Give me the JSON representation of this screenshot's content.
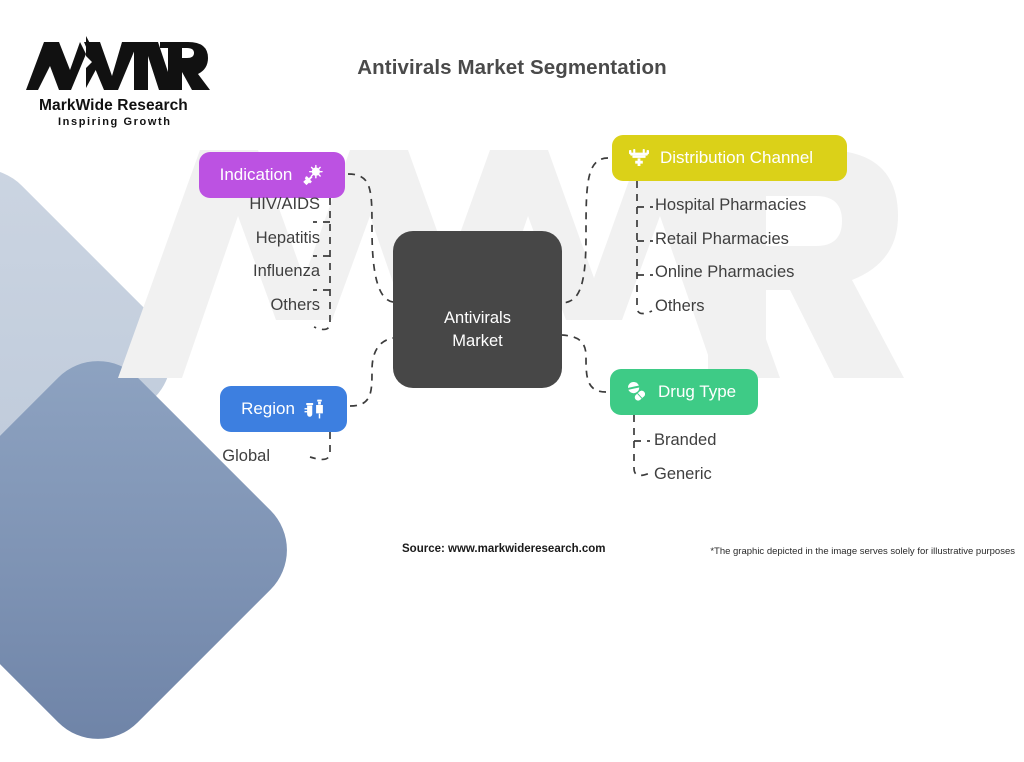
{
  "brand": {
    "logo_mark": "mwr-monogram",
    "logo_name": "MarkWide Research",
    "logo_tagline": "Inspiring Growth",
    "watermark_text": "MWR"
  },
  "header": {
    "title": "Antivirals Market Segmentation"
  },
  "center": {
    "label_line1": "Antivirals",
    "label_line2": "Market",
    "color": "#474747"
  },
  "branches": [
    {
      "id": "indication",
      "label": "Indication",
      "color": "#bc52e2",
      "icon": "virus-syringe-icon",
      "side": "left",
      "items": [
        "HIV/AIDS",
        "Hepatitis",
        "Influenza",
        "Others"
      ]
    },
    {
      "id": "distribution",
      "label": "Distribution Channel",
      "color": "#dbd118",
      "icon": "hospital-cart-icon",
      "side": "right",
      "items": [
        "Hospital Pharmacies",
        "Retail Pharmacies",
        "Online Pharmacies",
        "Others"
      ]
    },
    {
      "id": "region",
      "label": "Region",
      "color": "#3d7fe0",
      "icon": "vial-syringe-icon",
      "side": "left",
      "items": [
        "Global"
      ]
    },
    {
      "id": "drugtype",
      "label": "Drug Type",
      "color": "#3ecb86",
      "icon": "pills-icon",
      "side": "right",
      "items": [
        "Branded",
        "Generic"
      ]
    }
  ],
  "footer": {
    "source": "Source: www.markwideresearch.com",
    "disclaimer": "*The graphic depicted in the image serves solely for illustrative purposes"
  }
}
